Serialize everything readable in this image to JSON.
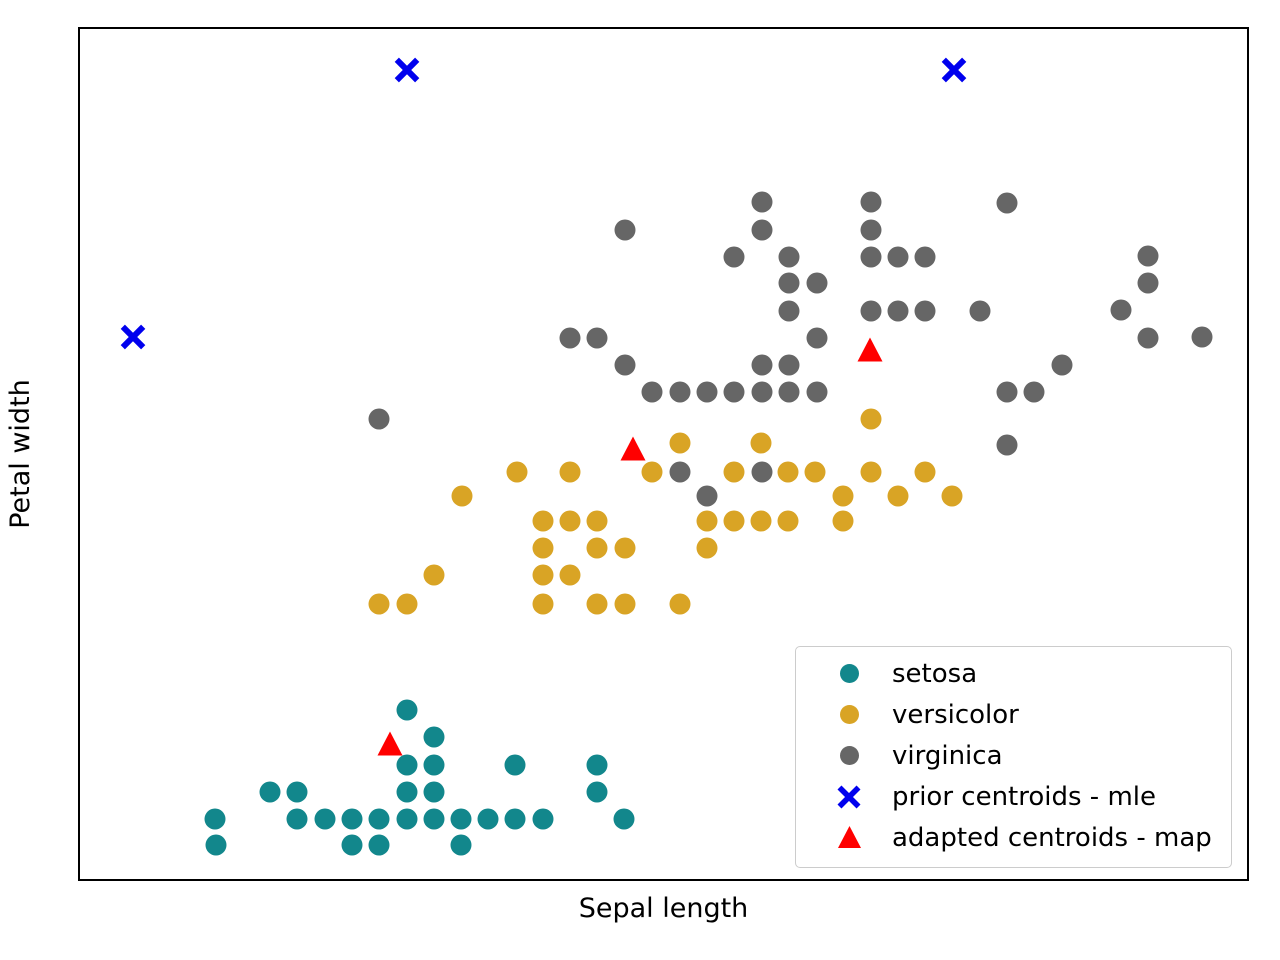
{
  "chart_data": {
    "type": "scatter",
    "title": "",
    "xlabel": "Sepal length",
    "ylabel": "Petal width",
    "grid": false,
    "axis_ticks": {
      "x": [],
      "y": []
    },
    "legend_position": "lower right",
    "legend_entries": [
      {
        "label": "setosa",
        "marker": "circle",
        "color": "#12878c"
      },
      {
        "label": "versicolor",
        "marker": "circle",
        "color": "#d9a425"
      },
      {
        "label": "virginica",
        "marker": "circle",
        "color": "#666666"
      },
      {
        "label": "prior centroids - mle",
        "marker": "x",
        "color": "#0000ee"
      },
      {
        "label": "adapted centroids - map",
        "marker": "triangle",
        "color": "#ff0000"
      }
    ],
    "series": [
      {
        "name": "setosa",
        "color": "#12878c",
        "marker": "circle",
        "points": [
          [
            405,
            708
          ],
          [
            432,
            735
          ],
          [
            405,
            763
          ],
          [
            432,
            763
          ],
          [
            513,
            763
          ],
          [
            595,
            763
          ],
          [
            268,
            790
          ],
          [
            295,
            790
          ],
          [
            405,
            790
          ],
          [
            432,
            790
          ],
          [
            595,
            790
          ],
          [
            213,
            817
          ],
          [
            295,
            817
          ],
          [
            323,
            817
          ],
          [
            350,
            817
          ],
          [
            377,
            817
          ],
          [
            405,
            817
          ],
          [
            432,
            817
          ],
          [
            459,
            817
          ],
          [
            486,
            817
          ],
          [
            513,
            817
          ],
          [
            541,
            817
          ],
          [
            622,
            817
          ],
          [
            214,
            843
          ],
          [
            350,
            843
          ],
          [
            377,
            843
          ],
          [
            459,
            843
          ]
        ]
      },
      {
        "name": "versicolor",
        "color": "#d9a425",
        "marker": "circle",
        "points": [
          [
            869,
            417
          ],
          [
            678,
            441
          ],
          [
            759,
            441
          ],
          [
            515,
            470
          ],
          [
            568,
            470
          ],
          [
            650,
            470
          ],
          [
            732,
            470
          ],
          [
            786,
            470
          ],
          [
            813,
            470
          ],
          [
            869,
            470
          ],
          [
            923,
            470
          ],
          [
            460,
            494
          ],
          [
            841,
            494
          ],
          [
            896,
            494
          ],
          [
            950,
            494
          ],
          [
            541,
            519
          ],
          [
            568,
            519
          ],
          [
            595,
            519
          ],
          [
            705,
            519
          ],
          [
            732,
            519
          ],
          [
            759,
            519
          ],
          [
            786,
            519
          ],
          [
            841,
            519
          ],
          [
            541,
            546
          ],
          [
            595,
            546
          ],
          [
            623,
            546
          ],
          [
            705,
            546
          ],
          [
            432,
            573
          ],
          [
            541,
            573
          ],
          [
            568,
            573
          ],
          [
            377,
            602
          ],
          [
            405,
            602
          ],
          [
            541,
            602
          ],
          [
            595,
            602
          ],
          [
            623,
            602
          ],
          [
            678,
            602
          ]
        ]
      },
      {
        "name": "virginica",
        "color": "#666666",
        "marker": "circle",
        "points": [
          [
            760,
            200
          ],
          [
            869,
            200
          ],
          [
            1005,
            201
          ],
          [
            623,
            228
          ],
          [
            760,
            228
          ],
          [
            869,
            228
          ],
          [
            732,
            255
          ],
          [
            787,
            255
          ],
          [
            869,
            255
          ],
          [
            896,
            255
          ],
          [
            923,
            255
          ],
          [
            1146,
            254
          ],
          [
            787,
            281
          ],
          [
            815,
            281
          ],
          [
            1119,
            308
          ],
          [
            1146,
            281
          ],
          [
            787,
            309
          ],
          [
            869,
            309
          ],
          [
            896,
            309
          ],
          [
            923,
            309
          ],
          [
            978,
            309
          ],
          [
            568,
            336
          ],
          [
            595,
            336
          ],
          [
            1146,
            336
          ],
          [
            1200,
            335
          ],
          [
            623,
            363
          ],
          [
            815,
            336
          ],
          [
            760,
            363
          ],
          [
            787,
            363
          ],
          [
            650,
            390
          ],
          [
            678,
            390
          ],
          [
            705,
            390
          ],
          [
            732,
            390
          ],
          [
            760,
            390
          ],
          [
            787,
            390
          ],
          [
            815,
            390
          ],
          [
            1005,
            390
          ],
          [
            1032,
            390
          ],
          [
            1060,
            363
          ],
          [
            377,
            417
          ],
          [
            678,
            470
          ],
          [
            760,
            470
          ],
          [
            1005,
            443
          ],
          [
            705,
            494
          ]
        ]
      },
      {
        "name": "prior centroids - mle",
        "color": "#0000ee",
        "marker": "x",
        "points": [
          [
            131,
            337
          ],
          [
            405,
            70
          ],
          [
            952,
            70
          ]
        ]
      },
      {
        "name": "adapted centroids - map",
        "color": "#ff0000",
        "marker": "triangle",
        "points": [
          [
            388,
            744
          ],
          [
            631,
            449
          ],
          [
            868,
            350
          ]
        ]
      }
    ]
  }
}
